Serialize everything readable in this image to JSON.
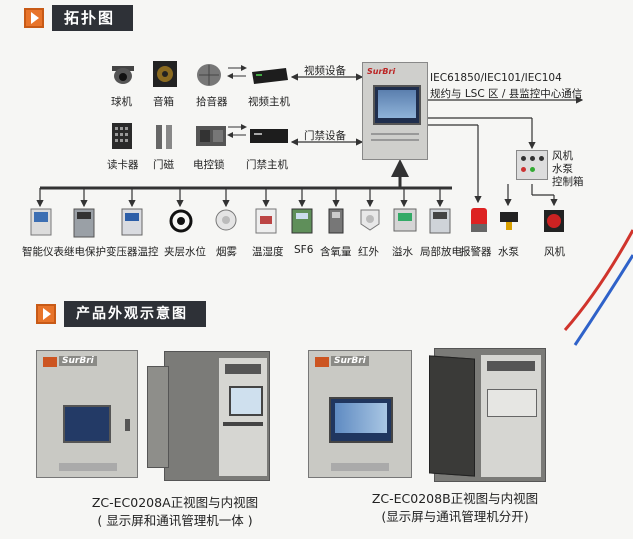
{
  "section1": {
    "title": "拓扑图"
  },
  "section2": {
    "title": "产品外观示意图"
  },
  "topology": {
    "video_link_label": "视频设备",
    "access_link_label": "门禁设备",
    "protocol_line1": "IEC61850/IEC101/IEC104",
    "protocol_line2": "规约与 LSC 区 / 县监控中心通信",
    "controller_brand": "SurBri",
    "fan_box_label": [
      "风机",
      "水泵",
      "控制箱"
    ],
    "video_devices": [
      {
        "label": "球机",
        "icon": "dome-camera-icon"
      },
      {
        "label": "音箱",
        "icon": "speaker-icon"
      },
      {
        "label": "拾音器",
        "icon": "microphone-icon"
      },
      {
        "label": "视频主机",
        "icon": "video-host-icon"
      }
    ],
    "access_devices": [
      {
        "label": "读卡器",
        "icon": "card-reader-icon"
      },
      {
        "label": "门磁",
        "icon": "door-sensor-icon"
      },
      {
        "label": "电控锁",
        "icon": "electric-lock-icon"
      },
      {
        "label": "门禁主机",
        "icon": "access-host-icon"
      }
    ],
    "sensors": [
      {
        "label": "智能仪表",
        "icon": "smart-meter-icon"
      },
      {
        "label": "继电保护",
        "icon": "relay-protection-icon"
      },
      {
        "label": "变压器温控",
        "icon": "transformer-temp-icon"
      },
      {
        "label": "夹层水位",
        "icon": "water-level-icon"
      },
      {
        "label": "烟雾",
        "icon": "smoke-detector-icon"
      },
      {
        "label": "温湿度",
        "icon": "temp-humidity-icon"
      },
      {
        "label": "SF6",
        "icon": "sf6-sensor-icon"
      },
      {
        "label": "含氧量",
        "icon": "oxygen-sensor-icon"
      },
      {
        "label": "红外",
        "icon": "infrared-sensor-icon"
      },
      {
        "label": "溢水",
        "icon": "overflow-sensor-icon"
      },
      {
        "label": "局部放电",
        "icon": "partial-discharge-icon"
      }
    ],
    "actuators": [
      {
        "label": "报警器",
        "icon": "alarm-icon"
      },
      {
        "label": "水泵",
        "icon": "pump-icon"
      },
      {
        "label": "风机",
        "icon": "fan-icon"
      }
    ]
  },
  "products": {
    "brand": "SurBri",
    "caption_a_line1": "ZC-EC0208A正视图与内视图",
    "caption_a_line2": "( 显示屏和通讯管理机一体 )",
    "caption_b_line1": "ZC-EC0208B正视图与内视图",
    "caption_b_line2": "(显示屏与通讯管理机分开)"
  },
  "colors": {
    "accent_orange": "#e8742a",
    "header_bar": "#2e3137",
    "stripe_red": "#d0342c",
    "stripe_blue": "#2f62c9"
  }
}
